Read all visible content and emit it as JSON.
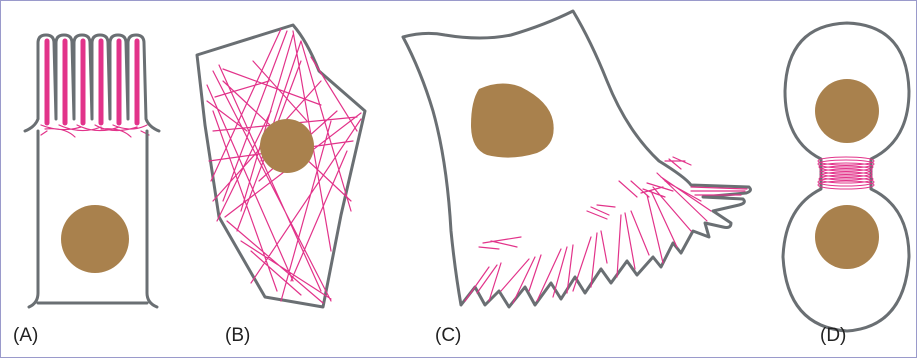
{
  "colors": {
    "outline": "#6a6f73",
    "actin": "#e2338a",
    "nucleus": "#a9814d",
    "border": "#9a9acb"
  },
  "panels": [
    {
      "id": "A",
      "label": "(A)"
    },
    {
      "id": "B",
      "label": "(B)"
    },
    {
      "id": "C",
      "label": "(C)"
    },
    {
      "id": "D",
      "label": "(D)"
    }
  ]
}
